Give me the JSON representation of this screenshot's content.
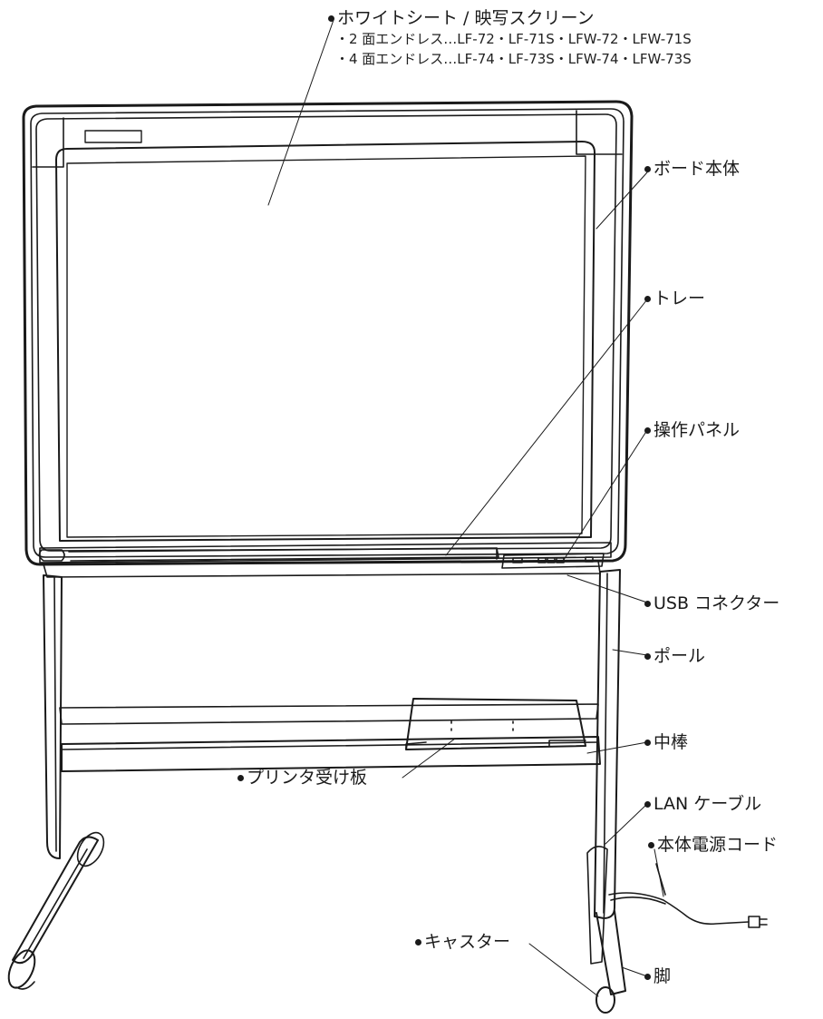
{
  "callouts": {
    "whitesheet": {
      "title": "ホワイトシート / 映写スクリーン",
      "line1": "・2 面エンドレス…LF-72・LF-71S・LFW-72・LFW-71S",
      "line2": "・4 面エンドレス…LF-74・LF-73S・LFW-74・LFW-73S"
    },
    "board_body": "ボード本体",
    "tray": "トレー",
    "control_panel": "操作パネル",
    "usb_connector": "USB コネクター",
    "pole": "ポール",
    "middle_bar": "中棒",
    "printer_plate": "プリンタ受け板",
    "lan_cable": "LAN ケーブル",
    "power_cord": "本体電源コード",
    "caster": "キャスター",
    "leg": "脚"
  }
}
